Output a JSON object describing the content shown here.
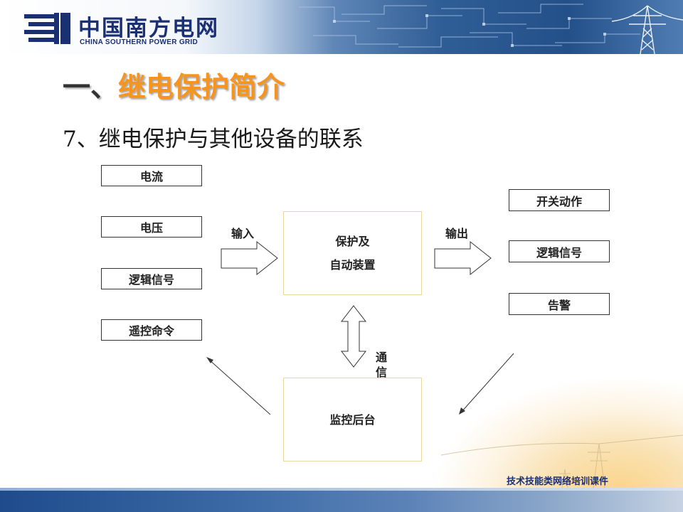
{
  "header": {
    "logo_cn": "中国南方电网",
    "logo_en": "CHINA SOUTHERN POWER GRID",
    "logo_icon": "csg-logo-icon"
  },
  "slide": {
    "title_prefix": "一、",
    "title_main": "继电保护简介",
    "subtitle": "7、继电保护与其他设备的联系"
  },
  "diagram": {
    "inputs": [
      "电流",
      "电压",
      "逻辑信号",
      "遥控命令"
    ],
    "input_label": "输入",
    "center_line1": "保护及",
    "center_line2": "自动装置",
    "output_label": "输出",
    "outputs": [
      "开关动作",
      "逻辑信号",
      "告警"
    ],
    "comm_label_1": "通",
    "comm_label_2": "信",
    "monitor": "监控后台"
  },
  "footer": {
    "text": "技术技能类网络培训课件"
  },
  "colors": {
    "title_orange": "#f7941d",
    "brand_blue": "#1b2f73",
    "center_box_border": "#e8d9a0"
  }
}
